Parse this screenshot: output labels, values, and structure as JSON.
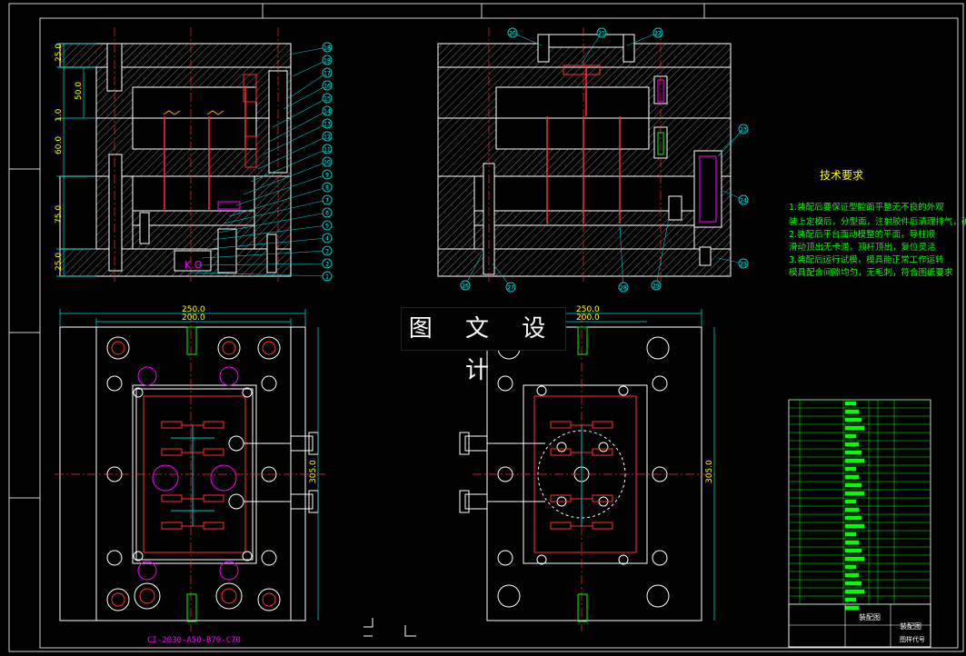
{
  "watermark": "图 文 设 计",
  "tech": {
    "title": "技术要求",
    "lines": [
      "1.装配后要保证型腔面平整无不良的外观",
      "装上定模后，分型面，注射胶件后清理排气，确保没有飞边",
      "2.装配后平台面动模整的平面，导柱顺",
      "滑动顶出无卡滞，顶杆顶出，复位灵活",
      "3.装配后运行试模，模具能正常工作运转",
      "模具配合间隙均匀，无毛刺，符合图纸要求"
    ]
  },
  "dims": {
    "top_left_vertical": [
      "25.0",
      "50.0",
      "1.0",
      "60.0",
      "75.0",
      "25.0"
    ],
    "width_250": "250.0",
    "width_200": "200.0",
    "height_305": "305.0"
  },
  "labels": {
    "kto": "K.O",
    "spec": "CI-2030-A50-B70-C70",
    "title_block_name": "装配图",
    "title_block_drawing": "装配图",
    "title_block_footer": "图样代号"
  },
  "balloons_left": [
    "18",
    "19",
    "17",
    "16",
    "15",
    "14",
    "13",
    "12",
    "11",
    "10",
    "9",
    "8",
    "7",
    "6",
    "5",
    "4",
    "3",
    "2",
    "1"
  ],
  "balloons_right_top": [
    "20",
    "21",
    "22"
  ],
  "balloons_right_side": [
    "23",
    "24",
    "25"
  ],
  "balloons_right_bottom": [
    "26",
    "27",
    "28",
    "29"
  ],
  "colors": {
    "background": "#000000",
    "outline": "#ffffff",
    "hatch": "#8a8a8a",
    "centerline": "#ff2020",
    "dimension": "#00e0e0",
    "balloon": "#00c8c8",
    "annotation": "#00ff00",
    "title": "#ffff00",
    "accent": "#ff00ff"
  }
}
